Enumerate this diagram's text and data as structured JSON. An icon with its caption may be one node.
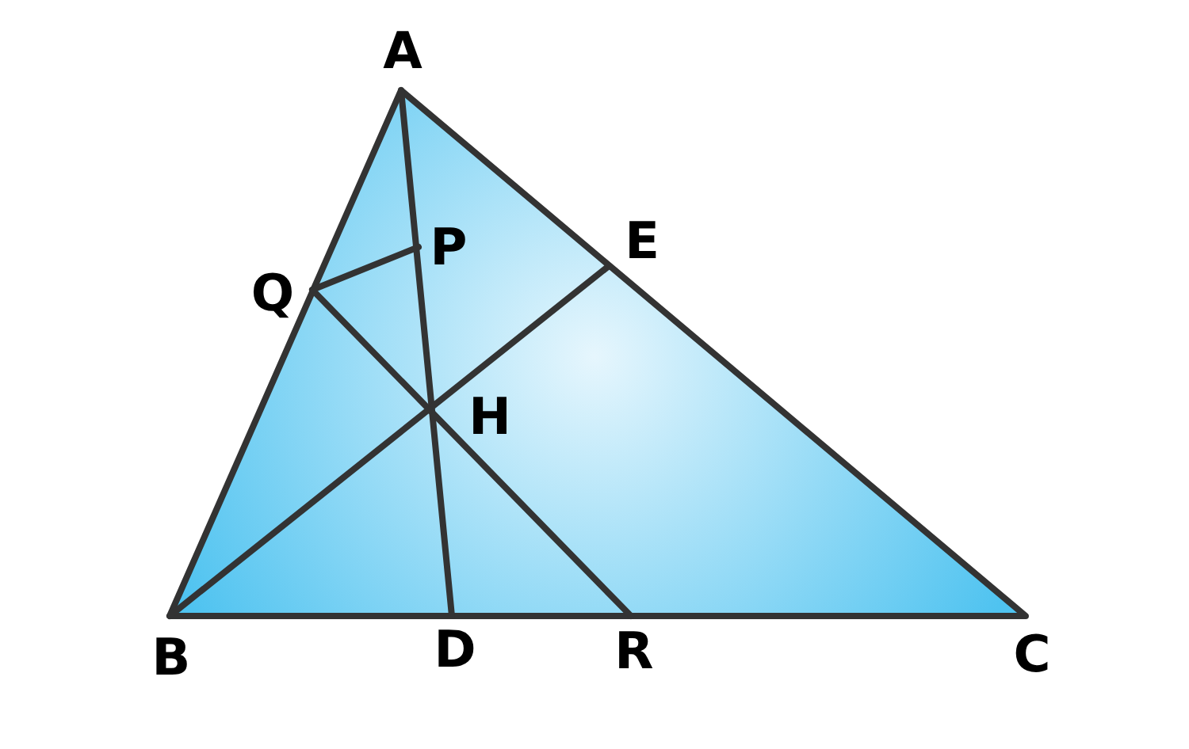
{
  "diagram": {
    "labels": [
      "A",
      "P",
      "E",
      "Q",
      "H",
      "B",
      "D",
      "R",
      "C"
    ]
  }
}
